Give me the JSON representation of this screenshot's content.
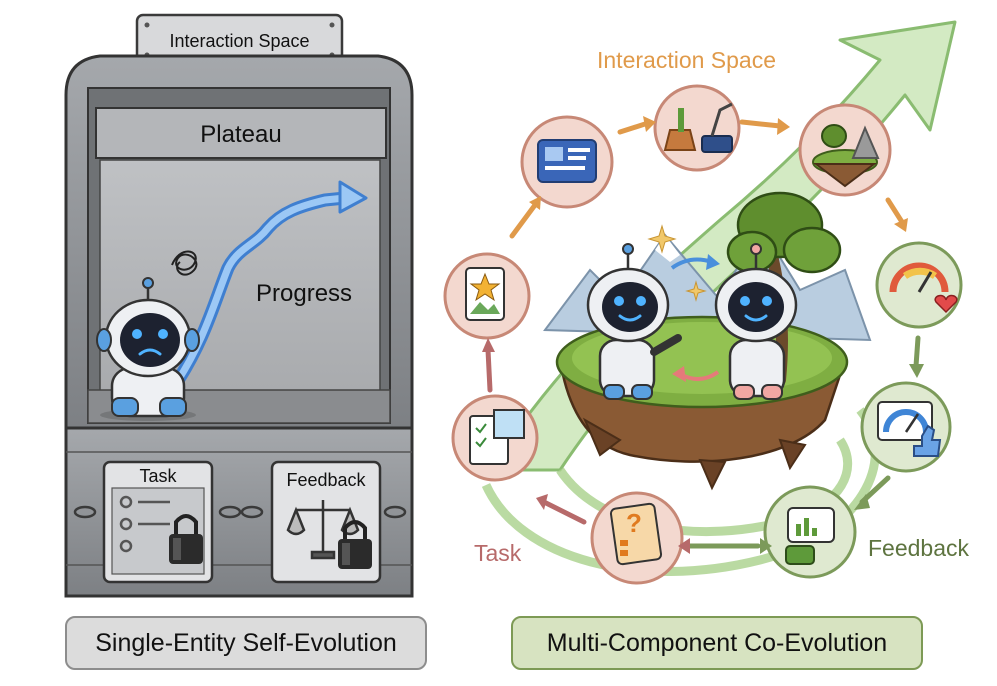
{
  "left_panel": {
    "sign": "Interaction Space",
    "plateau": "Plateau",
    "progress": "Progress",
    "task": "Task",
    "feedback": "Feedback",
    "caption": "Single-Entity Self-Evolution"
  },
  "right_panel": {
    "interaction_space": "Interaction Space",
    "task": "Task",
    "feedback": "Feedback",
    "caption": "Multi-Component Co-Evolution"
  },
  "colors": {
    "machine_gray": "#8f9296",
    "progress_blue": "#6aa8ec",
    "big_arrow_green": "#bfe0a6",
    "interaction_orange": "#e09a4a",
    "task_rose": "#b76a6a",
    "feedback_green": "#5e7440",
    "caption_left_bg": "#dcdcdc",
    "caption_right_bg": "#d7e3c1"
  }
}
